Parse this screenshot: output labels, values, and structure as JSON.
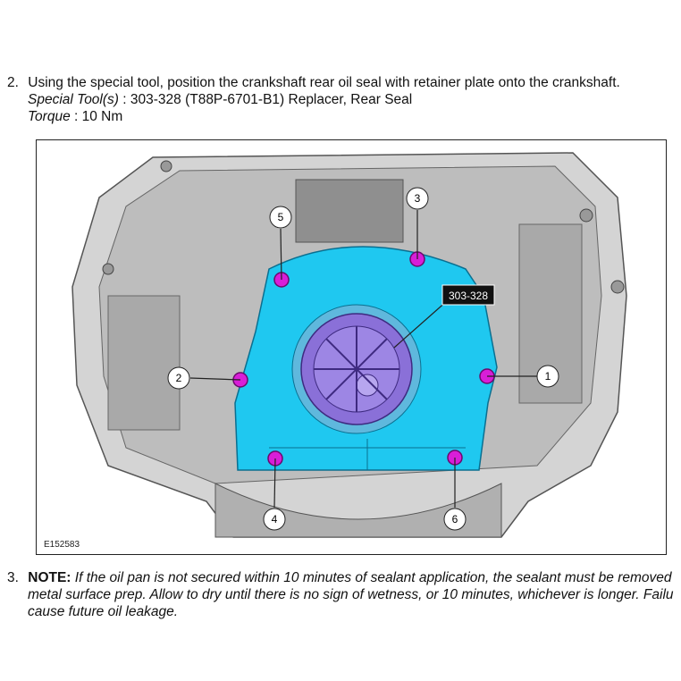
{
  "step2": {
    "number": "2.",
    "text": "Using the special tool, position the crankshaft rear oil seal with retainer plate onto the crankshaft.",
    "special_tool_label": "Special Tool(s)",
    "special_tool_value": " : 303-328 (T88P-6701-B1) Replacer, Rear Seal",
    "torque_label": "Torque",
    "torque_value": " : 10 Nm"
  },
  "figure": {
    "id": "E152583",
    "tool_label": "303-328",
    "callouts": [
      "1",
      "2",
      "3",
      "4",
      "5",
      "6"
    ],
    "colors": {
      "plate": "#1fc8f0",
      "tool": "#8a70d8",
      "bolts": "#d81ed8",
      "block": "#c8c8c8"
    }
  },
  "step3": {
    "number": "3.",
    "note_label": "NOTE:",
    "line1": " If the oil pan is not secured within 10 minutes of sealant application, the sealant must be removed",
    "line2": "metal surface prep. Allow to dry until there is no sign of wetness, or 10 minutes, whichever is longer. Failu",
    "line3": "cause future oil leakage."
  }
}
